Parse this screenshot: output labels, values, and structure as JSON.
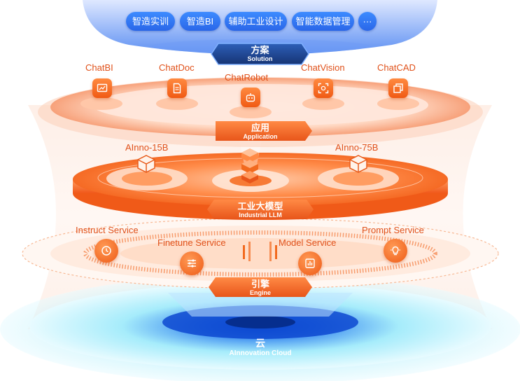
{
  "solution": {
    "items": [
      "智造实训",
      "智造BI",
      "辅助工业设计",
      "智能数据管理",
      "···"
    ],
    "badge_cn": "方案",
    "badge_en": "Solution"
  },
  "application": {
    "apps": [
      "ChatBI",
      "ChatDoc",
      "ChatRobot",
      "ChatVision",
      "ChatCAD"
    ],
    "badge_cn": "应用",
    "badge_en": "Application"
  },
  "llm": {
    "models": [
      "AInno-15B",
      "AInno-75B"
    ],
    "badge_cn": "工业大模型",
    "badge_en": "Industrial LLM"
  },
  "engine": {
    "services": [
      "Instruct Service",
      "Finetune Service",
      "Model Service",
      "Prompt Service"
    ],
    "badge_cn": "引擎",
    "badge_en": "Engine"
  },
  "cloud": {
    "label_cn": "云",
    "label_en": "AInnovation Cloud"
  },
  "colors": {
    "accent_orange": "#f26a1f",
    "accent_blue": "#2d6fe8",
    "badge_navy": "#1f3f8f"
  },
  "icons": [
    "dashboard-chart-icon",
    "document-icon",
    "robot-icon",
    "vision-scan-icon",
    "cad-icon",
    "cube-icon",
    "block-stack-icon",
    "timer-icon",
    "sliders-icon",
    "model-chart-icon",
    "lightbulb-icon"
  ]
}
